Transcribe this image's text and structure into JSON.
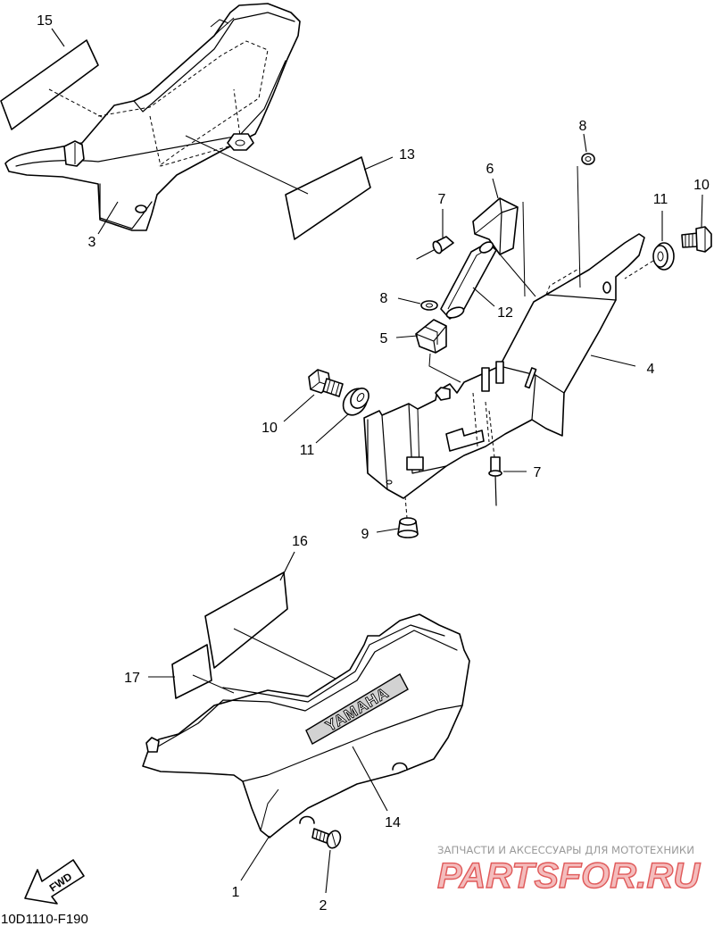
{
  "callouts": [
    "15",
    "3",
    "13",
    "8",
    "6",
    "7",
    "11",
    "10",
    "12",
    "8",
    "5",
    "4",
    "10",
    "11",
    "7",
    "9",
    "16",
    "17",
    "14",
    "1",
    "2"
  ],
  "emblem": {
    "text": "YAMAHA"
  },
  "fwd_label": "FWD",
  "diagram_code": "10D1110-F190",
  "watermark": {
    "tagline": "ЗАПЧАСТИ И АКСЕССУАРЫ ДЛЯ МОТОТЕХНИКИ",
    "logo": "PARTSFOR.RU"
  },
  "colors": {
    "line": "#000000",
    "background": "#ffffff",
    "watermark_tagline": "#9a9a9a",
    "logo_fill": "#f4bcbc",
    "logo_outline": "#e05a5a"
  }
}
